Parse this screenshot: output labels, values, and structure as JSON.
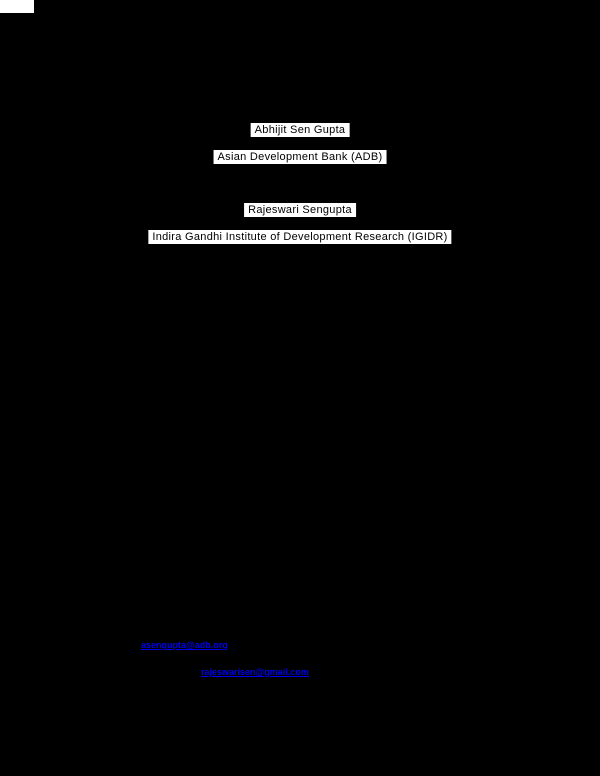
{
  "page": {
    "background_color": "#000000",
    "highlight_color": "#ffffff",
    "text_color": "#000000",
    "link_color": "#0000ee"
  },
  "authors": [
    {
      "name": "Abhijit Sen Gupta",
      "affiliation": "Asian Development Bank (ADB)"
    },
    {
      "name": "Rajeswari Sengupta",
      "affiliation": "Indira Gandhi Institute of Development Research (IGIDR)"
    }
  ],
  "links": [
    {
      "label": "asengupta@adb.org"
    },
    {
      "label": "rajeswarisen@gmail.com"
    }
  ]
}
